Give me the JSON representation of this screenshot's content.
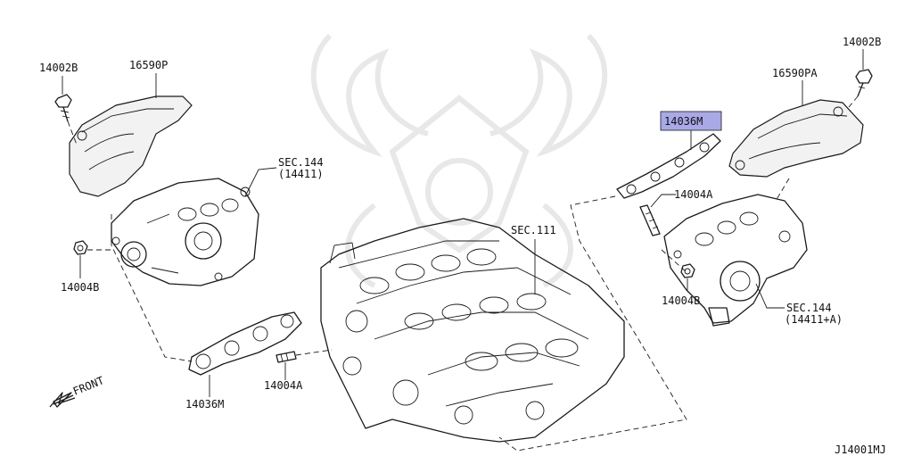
{
  "diagram_code": "J14001MJ",
  "callouts": {
    "bolt_left": "14002B",
    "heat_ins_left": "16590P",
    "sec_left_a": "SEC.144",
    "sec_left_b": "(14411)",
    "nut_left": "14004B",
    "gasket_left": "14036M",
    "stud_left": "14004A",
    "front": "FRONT",
    "sec_center": "SEC.111",
    "gasket_right": "14036M",
    "stud_right": "14004A",
    "bolt_right": "14002B",
    "heat_ins_right": "16590PA",
    "nut_right": "14004B",
    "sec_right_a": "SEC.144",
    "sec_right_b": "(14411+A)"
  },
  "colors": {
    "highlight": "#a9a9e8",
    "line": "#1a1a1a",
    "watermark": "#e8e8e8"
  }
}
